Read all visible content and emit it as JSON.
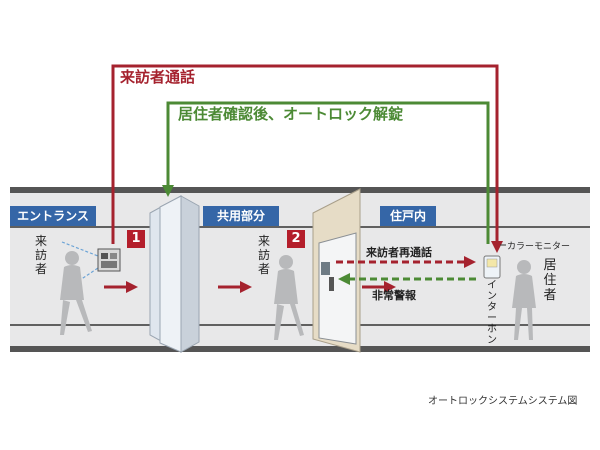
{
  "flows": {
    "visitor_call": "来訪者通話",
    "unlock": "居住者確認後、オートロック解錠",
    "recall": "来訪者再通話",
    "alarm": "非常警報"
  },
  "zones": {
    "entrance": "エントランス",
    "common": "共用部分",
    "dwelling": "住戸内"
  },
  "markers": {
    "step1": "1",
    "step2": "2"
  },
  "labels": {
    "visitor": "来訪者",
    "resident": "居住者",
    "intercom": "インターホン",
    "color_monitor": "カラーモニター"
  },
  "caption": "オートロックシステムシステム図",
  "colors": {
    "red": "#a5222e",
    "green": "#4c8a35",
    "blue": "#3566a7",
    "gray": "#5a5a5a"
  }
}
